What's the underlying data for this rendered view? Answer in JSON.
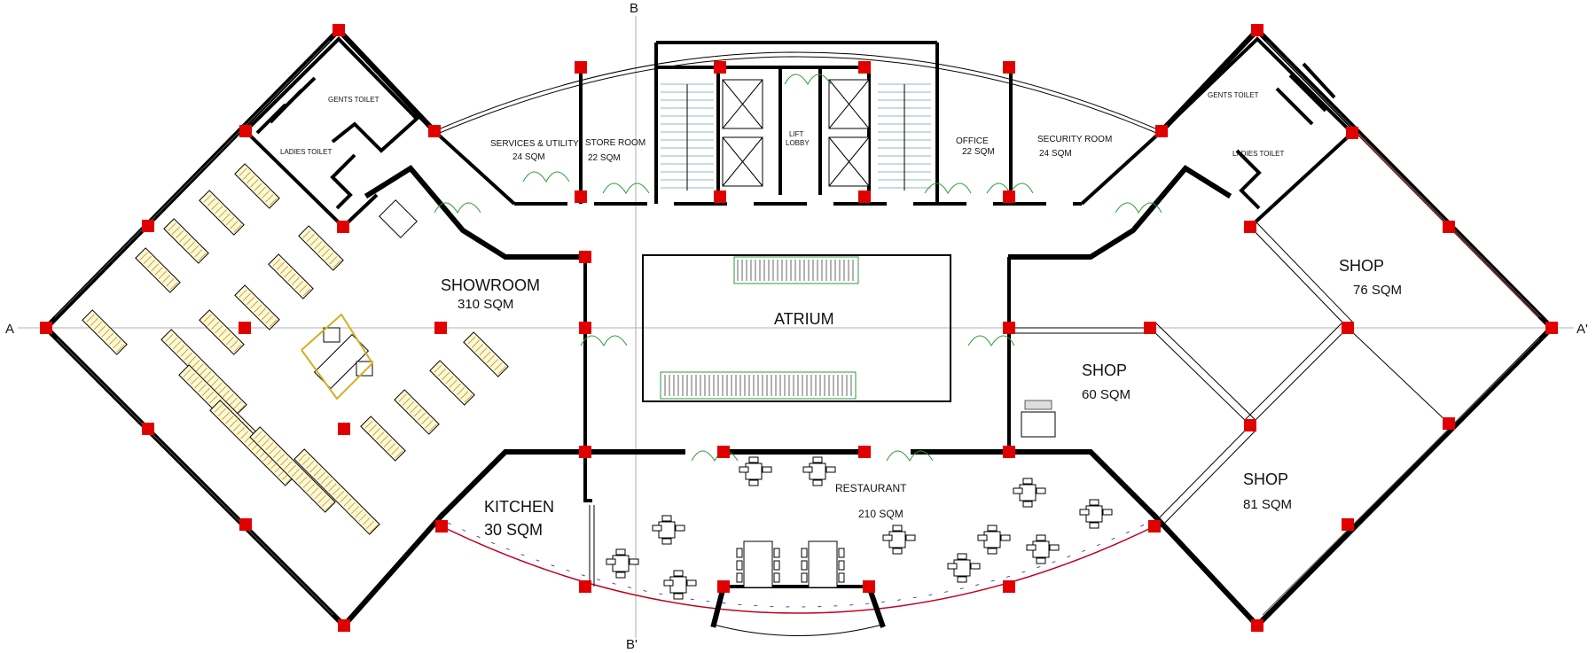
{
  "plan": {
    "axis_labels": {
      "a": "A",
      "a_prime": "A'",
      "b": "B",
      "b_prime": "B'"
    },
    "rooms": {
      "showroom": {
        "name": "SHOWROOM",
        "area": "310 SQM"
      },
      "atrium": {
        "name": "ATRIUM"
      },
      "kitchen": {
        "name": "KITCHEN",
        "area": "30 SQM"
      },
      "restaurant": {
        "name": "RESTAURANT",
        "area": "210 SQM"
      },
      "shop_76": {
        "name": "SHOP",
        "area": "76 SQM"
      },
      "shop_60": {
        "name": "SHOP",
        "area": "60 SQM"
      },
      "shop_81": {
        "name": "SHOP",
        "area": "81 SQM"
      },
      "services": {
        "name": "SERVICES & UTILITY",
        "area": "24 SQM"
      },
      "store": {
        "name": "STORE ROOM",
        "area": "22 SQM"
      },
      "lift_lobby": {
        "name1": "LIFT",
        "name2": "LOBBY"
      },
      "office": {
        "name": "OFFICE",
        "area": "22 SQM"
      },
      "security": {
        "name": "SECURITY ROOM",
        "area": "24 SQM"
      },
      "gents_left": {
        "name": "GENTS TOILET"
      },
      "ladies_left": {
        "name": "LADIES TOILET"
      },
      "gents_right": {
        "name": "GENTS TOILET"
      },
      "ladies_right": {
        "name": "LADIES TOILET"
      }
    },
    "colors": {
      "column": "#e00000",
      "door": "#2e9a3c",
      "wall": "#000000",
      "shelf": "#fff8d6"
    }
  }
}
